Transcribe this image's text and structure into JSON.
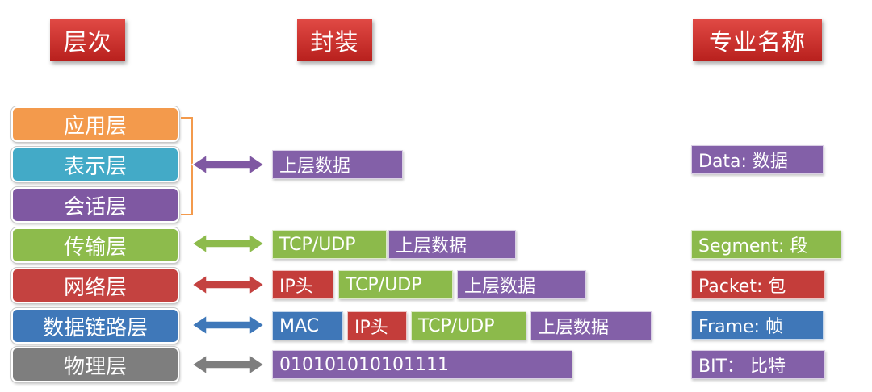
{
  "headers": {
    "layer": "层次",
    "encap": "封装",
    "name": "专业名称"
  },
  "layers": [
    {
      "label": "应用层",
      "color": "#f39a4c"
    },
    {
      "label": "表示层",
      "color": "#43aac7"
    },
    {
      "label": "会话层",
      "color": "#7f58a2"
    },
    {
      "label": "传输层",
      "color": "#8dbb4c"
    },
    {
      "label": "网络层",
      "color": "#c44240"
    },
    {
      "label": "数据链路层",
      "color": "#3f78b9"
    },
    {
      "label": "物理层",
      "color": "#7e7e7e"
    }
  ],
  "encapsulation": {
    "upper": [
      "上层数据"
    ],
    "transport": [
      "TCP/UDP",
      "上层数据"
    ],
    "network": [
      "IP头",
      "TCP/UDP",
      "上层数据"
    ],
    "datalink": [
      "MAC",
      "IP头",
      "TCP/UDP",
      "上层数据"
    ],
    "physical": [
      "010101010101111"
    ]
  },
  "names": {
    "upper": "Data: 数据",
    "transport": "Segment: 段",
    "network": "Packet: 包",
    "datalink": "Frame: 帧",
    "physical": "BIT： 比特"
  },
  "arrow_colors": {
    "upper": "#7f58a2",
    "transport": "#8dbb4c",
    "network": "#c44240",
    "datalink": "#3f78b9",
    "physical": "#7e7e7e",
    "bracket": "#f39a4c"
  }
}
